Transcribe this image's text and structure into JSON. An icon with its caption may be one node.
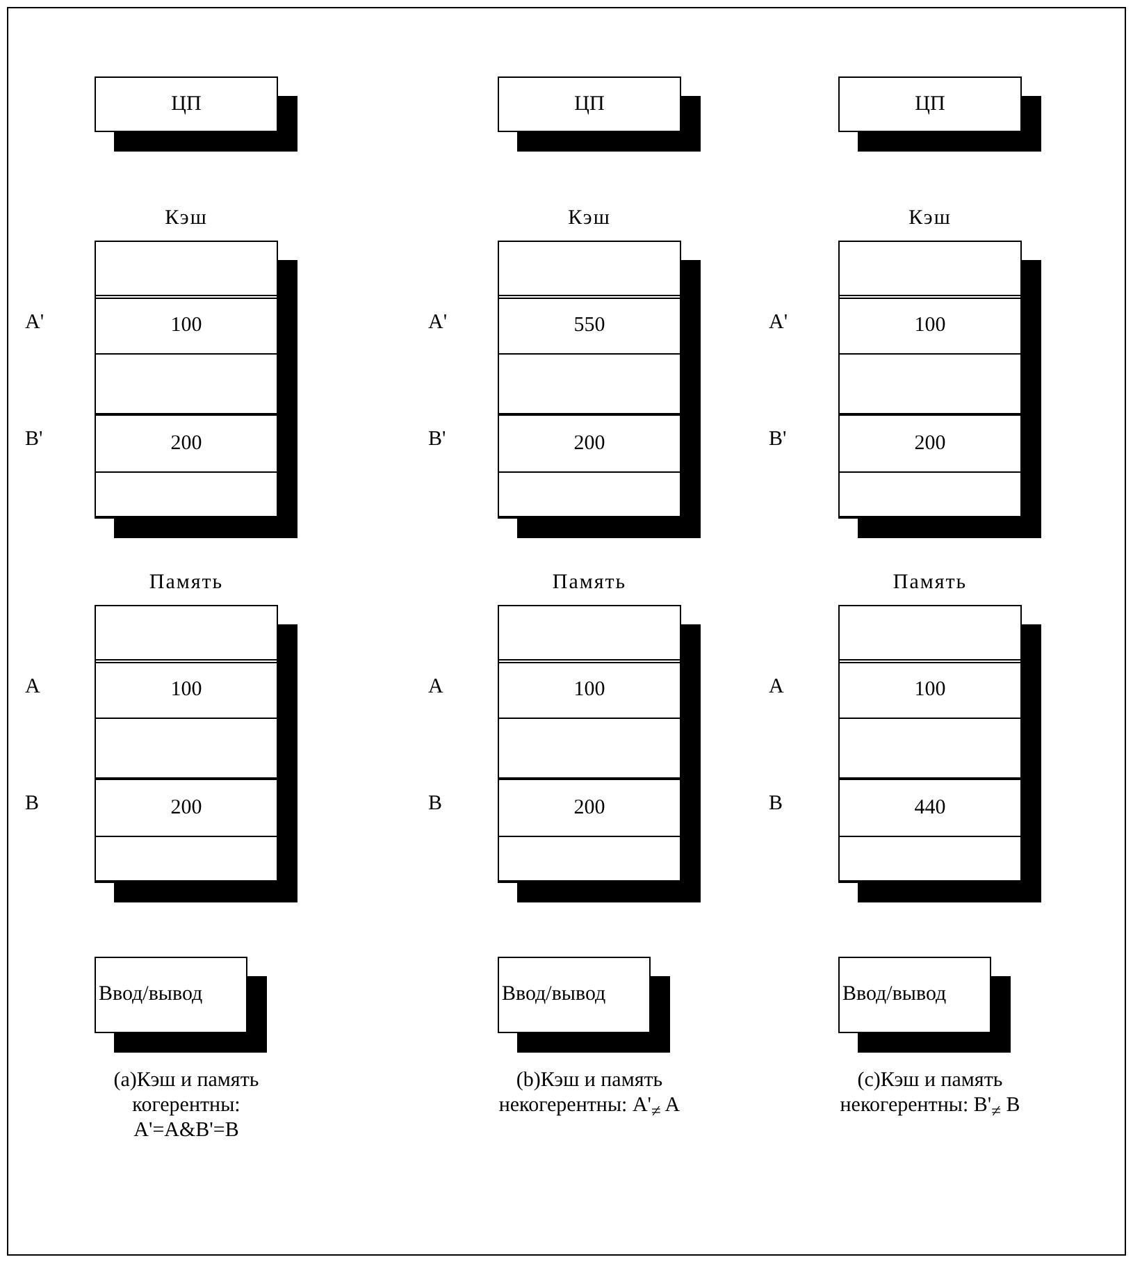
{
  "diagram": {
    "nodes": [
      {
        "text": [
          "ЦП"
        ]
      },
      {
        "text": [
          "Кэш"
        ]
      },
      {
        "text": [],
        "shape": "box",
        "in": 1
      },
      {
        "text": [
          "100"
        ],
        "beside": [
          "A'"
        ],
        "in": 1
      },
      {
        "text": [],
        "shape": "box",
        "in": 1
      },
      {
        "text": [
          "200"
        ],
        "beside": [
          "B'"
        ],
        "in": 1
      },
      {
        "text": [],
        "shape": "box",
        "in": 1
      },
      {
        "text": [
          "Память"
        ]
      },
      {
        "text": [],
        "shape": "box",
        "in": 7
      },
      {
        "text": [
          "100"
        ],
        "beside": [
          "A"
        ],
        "in": 7
      },
      {
        "text": [],
        "shape": "box",
        "in": 7
      },
      {
        "text": [
          "200"
        ],
        "beside": [
          "B"
        ],
        "in": 7
      },
      {
        "text": [],
        "shape": "box",
        "in": 7
      },
      {
        "text": [
          "Ввод/вывод"
        ]
      },
      {
        "text": [
          "ЦП"
        ]
      },
      {
        "text": [
          "Кэш"
        ]
      },
      {
        "text": [],
        "shape": "box",
        "in": 15
      },
      {
        "text": [
          "550"
        ],
        "beside": [
          "A'"
        ],
        "in": 15
      },
      {
        "text": [],
        "shape": "box",
        "in": 15
      },
      {
        "text": [
          "200"
        ],
        "beside": [
          "B'"
        ],
        "in": 15
      },
      {
        "text": [],
        "shape": "box",
        "in": 15
      },
      {
        "text": [
          "Память"
        ]
      },
      {
        "text": [],
        "shape": "box",
        "in": 21
      },
      {
        "text": [
          "100"
        ],
        "beside": [
          "A"
        ],
        "in": 21
      },
      {
        "text": [],
        "shape": "box",
        "in": 21
      },
      {
        "text": [
          "200"
        ],
        "beside": [
          "B"
        ],
        "in": 21
      },
      {
        "text": [],
        "shape": "box",
        "in": 21
      },
      {
        "text": [
          "Ввод/вывод"
        ]
      },
      {
        "text": [
          "ЦП"
        ]
      },
      {
        "text": [
          "Кэш"
        ]
      },
      {
        "text": [],
        "shape": "box",
        "in": 29
      },
      {
        "text": [
          "100"
        ],
        "beside": [
          "A'"
        ],
        "in": 29
      },
      {
        "text": [],
        "shape": "box",
        "in": 29
      },
      {
        "text": [
          "200"
        ],
        "beside": [
          "B'"
        ],
        "in": 29
      },
      {
        "text": [],
        "shape": "box",
        "in": 29
      },
      {
        "text": [
          "Память"
        ]
      },
      {
        "text": [],
        "shape": "box",
        "in": 35
      },
      {
        "text": [
          "100"
        ],
        "beside": [
          "A"
        ],
        "in": 35
      },
      {
        "text": [],
        "shape": "box",
        "in": 35
      },
      {
        "text": [
          "440"
        ],
        "beside": [
          "B"
        ],
        "in": 35
      },
      {
        "text": [],
        "shape": "box",
        "in": 35
      },
      {
        "text": [
          "Ввод/вывод"
        ]
      }
    ],
    "edges": [],
    "labels": [
      "(a)Кэш и память когерентны: A'=A&B'=B",
      "(b)Кэш и память некогерентны: A'$_{≠}$ A",
      "(c)Кэш и память некогерентны: B'$_{≠}$ B"
    ]
  }
}
